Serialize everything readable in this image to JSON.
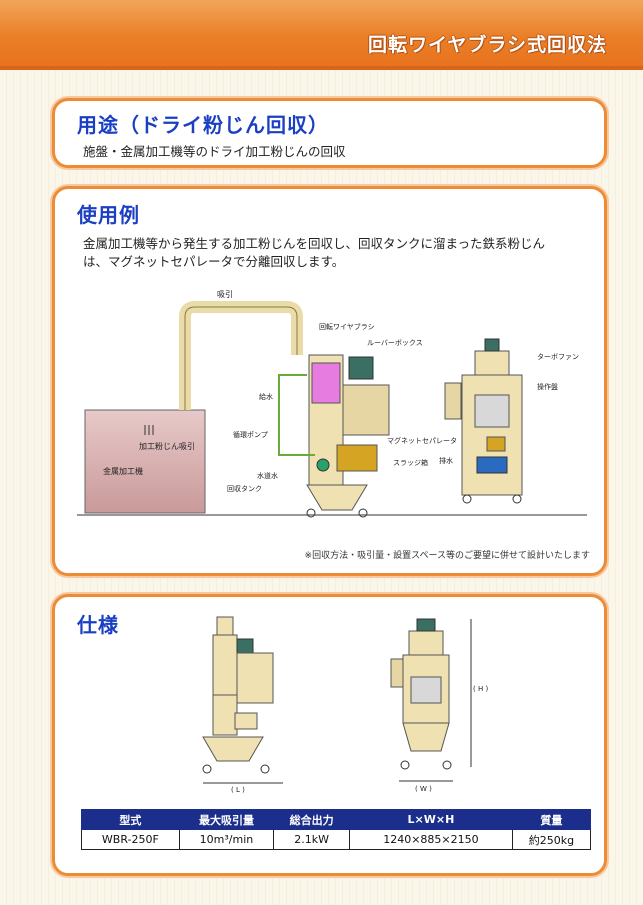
{
  "header": {
    "title": "回転ワイヤブラシ式回収法"
  },
  "usage": {
    "title": "用途（ドライ粉じん回収）",
    "text": "施盤・金属加工機等のドライ加工粉じんの回収"
  },
  "example": {
    "title": "使用例",
    "text_line1": "金属加工機等から発生する加工粉じんを回収し、回収タンクに溜まった鉄系粉じん",
    "text_line2": "は、マグネットセパレータで分離回収します。",
    "labels": {
      "suction": "吸引",
      "rotary_brush": "回転ワイヤブラシ",
      "louver_box": "ルーバーボックス",
      "turbo_fan": "ターボファン",
      "control_panel": "操作盤",
      "dust_suction": "加工粉じん吸引",
      "metal_machine": "金属加工機",
      "water_supply": "給水",
      "magnet_separator": "マグネットセパレータ",
      "circulation_pump": "循環ポンプ",
      "sludge_box": "スラッジ箱",
      "water_tank": "水道水",
      "recovery_tank": "回収タンク",
      "drain": "排水"
    },
    "note": "※回収方法・吸引量・設置スペース等のご要望に併せて設計いたします"
  },
  "spec": {
    "title": "仕様",
    "dim_l": "( L )",
    "dim_w": "( W )",
    "dim_h": "( H )",
    "headers": [
      "型式",
      "最大吸引量",
      "総合出力",
      "L×W×H",
      "質量"
    ],
    "row": [
      "WBR-250F",
      "10m³/min",
      "2.1kW",
      "1240×885×2150",
      "約250kg"
    ]
  },
  "colors": {
    "header_orange": "#ea7f28",
    "card_border": "#ee8c36",
    "title_blue": "#1a3fc4",
    "table_header": "#1b2e8c"
  }
}
